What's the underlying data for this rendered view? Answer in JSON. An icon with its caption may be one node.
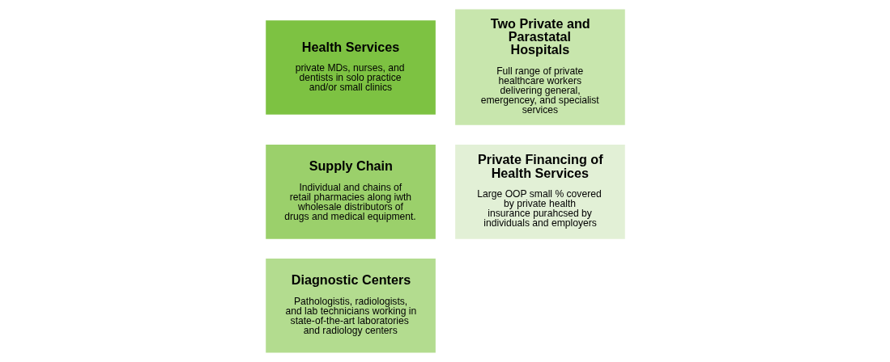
{
  "diagram": {
    "nodes": [
      {
        "text": [
          "Health Services",
          "private MDs, nurses, and dentists in solo practice and/or small clinics"
        ]
      },
      {
        "text": [
          "Supply Chain",
          "Individual and chains of retail pharmacies along iwth wholesale distributors of drugs and medical equipment."
        ]
      },
      {
        "text": [
          "Diagnostic Centers",
          "Pathologistis, radiologists, and lab technicians working in state-of-the-art laboratories and radiology centers"
        ]
      },
      {
        "text": [
          "Two Private and Parastatal Hospitals",
          "Full range of private healthcare workers delivering general, emergencey, and specialist services"
        ]
      },
      {
        "text": [
          "Private Financing of Health Services",
          "Large OOP small % covered by private health insurance purahcsed by individuals and employers"
        ]
      }
    ],
    "edges": []
  }
}
